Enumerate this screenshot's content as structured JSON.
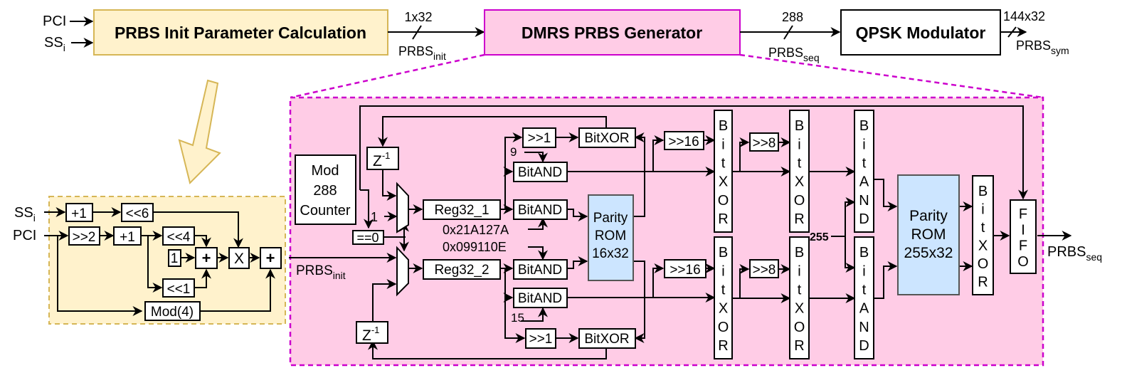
{
  "colors": {
    "init_block_fill": "#fff2cc",
    "init_block_stroke": "#d6b656",
    "generator_fill": "#ffcce6",
    "generator_stroke": "#cc00cc",
    "rom_fill": "#cce5ff",
    "rom_stroke": "#555555"
  },
  "top": {
    "input_pci": "PCI",
    "input_ss": "SS",
    "input_ss_sub": "i",
    "init_block": "PRBS Init Parameter Calculation",
    "bus1_width": "1x32",
    "bus1_label": "PRBS",
    "bus1_label_sub": "init",
    "generator_block": "DMRS PRBS Generator",
    "bus2_width": "288",
    "bus2_label": "PRBS",
    "bus2_label_sub": "seq",
    "modulator_block": "QPSK Modulator",
    "bus3_width": "144x32",
    "bus3_label": "PRBS",
    "bus3_label_sub": "sym"
  },
  "init_detail": {
    "input_ss": "SS",
    "input_ss_sub": "i",
    "input_pci": "PCI",
    "ss_plus1": "+1",
    "shl6": "<<6",
    "shr2": ">>2",
    "pci_plus1": "+1",
    "shl4": "<<4",
    "const1": "1",
    "adder1": "+",
    "shl1": "<<1",
    "mult": "X",
    "adder2": "+",
    "mod4": "Mod(4)"
  },
  "gen_detail": {
    "counter": [
      "Mod",
      "288",
      "Counter"
    ],
    "eq0": "==0",
    "const1": "1",
    "prbs_init": "PRBS",
    "prbs_init_sub": "init",
    "z1_top": "Z",
    "z1_bottom": "Z",
    "z_exp": "-1",
    "reg1": "Reg32_1",
    "reg2": "Reg32_2",
    "shr1_top": ">>1",
    "shr1_bottom": ">>1",
    "const9": "9",
    "const15": "15",
    "mask1": "0x21A127A",
    "mask2": "0x099110E",
    "bitand": "BitAND",
    "bitxor": "BitXOR",
    "rom1": [
      "Parity",
      "ROM",
      "16x32"
    ],
    "shr16": ">>16",
    "shr8": ">>8",
    "vxor": "BitXOR",
    "vand": "BitAND",
    "const255": "255",
    "rom2": [
      "Parity",
      "ROM",
      "255x32"
    ],
    "fifo": "FIFO",
    "out_label": "PRBS",
    "out_label_sub": "seq"
  }
}
